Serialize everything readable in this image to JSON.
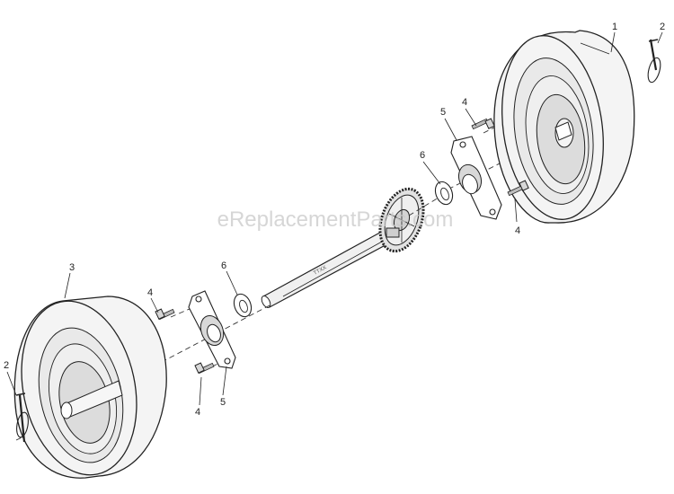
{
  "watermark": "eReplacementParts.com",
  "callouts": [
    {
      "id": "tire-right",
      "label": "1"
    },
    {
      "id": "pin-right",
      "label": "2"
    },
    {
      "id": "pin-left",
      "label": "2"
    },
    {
      "id": "tire-left",
      "label": "3"
    },
    {
      "id": "bolt-right-top",
      "label": "4"
    },
    {
      "id": "bolt-right-bottom",
      "label": "4"
    },
    {
      "id": "bolt-left-top",
      "label": "4"
    },
    {
      "id": "bolt-left-bottom",
      "label": "4"
    },
    {
      "id": "bracket-right",
      "label": "5"
    },
    {
      "id": "bracket-left",
      "label": "5"
    },
    {
      "id": "washer-right",
      "label": "6"
    },
    {
      "id": "washer-left",
      "label": "6"
    }
  ],
  "axle_marking": "TTXX"
}
